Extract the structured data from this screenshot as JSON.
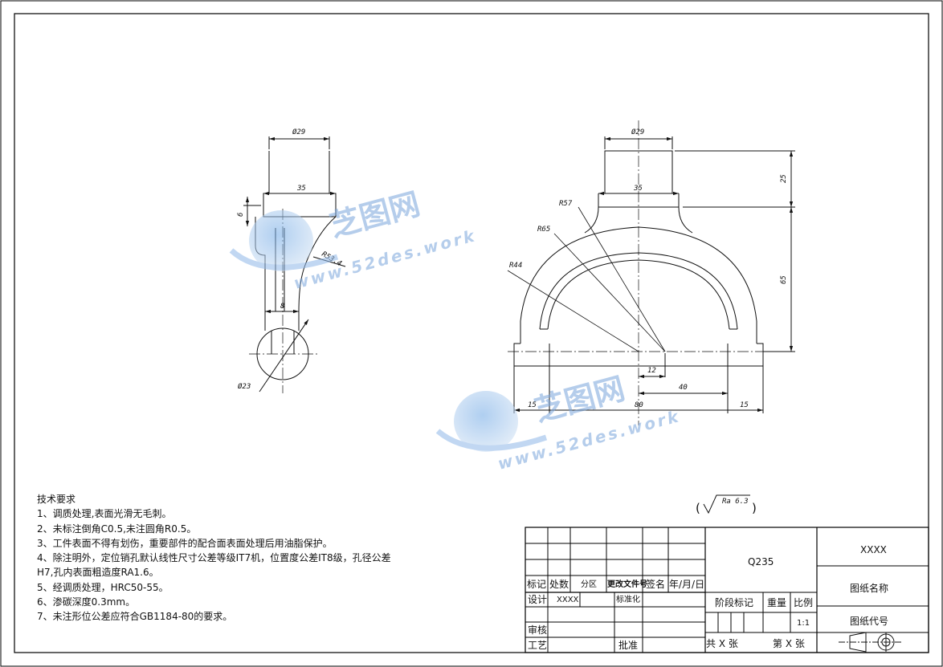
{
  "tech_requirements": {
    "title": "技术要求",
    "items": [
      "1、调质处理,表面光滑无毛刺。",
      "2、未标注倒角C0.5,未注圆角R0.5。",
      "3、工件表面不得有划伤，重要部件的配合面表面处理后用油脂保护。",
      "4、除注明外，定位销孔默认线性尺寸公差等级IT7机，位置度公差IT8级，孔径公差",
      "H7,孔内表面粗造度RA1.6。",
      "5、经调质处理，HRC50-55。",
      "6、渗碳深度0.3mm。",
      "7、未注形位公差应符合GB1184-80的要求。"
    ]
  },
  "side_view": {
    "dim_top_diameter": "Ø29",
    "dim_width": "35",
    "dim_thickness": "6",
    "dim_radius": "R53.4",
    "dim_neck": "8",
    "dim_hole": "Ø23"
  },
  "front_view": {
    "dim_top_diameter": "Ø29",
    "dim_width": "35",
    "dim_top_height": "25",
    "dim_height": "65",
    "dim_r57": "R57",
    "dim_r65": "R65",
    "dim_r44": "R44",
    "dim_offset": "12",
    "dim_40": "40",
    "dim_80": "80",
    "dim_left_15": "15",
    "dim_right_15": "15"
  },
  "surface_finish": "Ra 6.3",
  "watermark": {
    "brand": "芝图网",
    "url": "www.52des.work"
  },
  "title_block": {
    "material": "Q235",
    "company": "XXXX",
    "drawing_name": "图纸名称",
    "drawing_code": "图纸代号",
    "row_labels": {
      "mark": "标记",
      "count": "处数",
      "zone": "分区",
      "change_doc": "更改文件号",
      "signature": "签名",
      "date": "年/月/日",
      "design": "设计",
      "designer": "XXXX",
      "standardize": "标准化",
      "review": "审核",
      "process": "工艺",
      "approve": "批准"
    },
    "stage_mark": "阶段标记",
    "weight": "重量",
    "scale_label": "比例",
    "scale_value": "1:1",
    "total_sheets": "共 X 张",
    "sheet_no": "第 X 张"
  }
}
